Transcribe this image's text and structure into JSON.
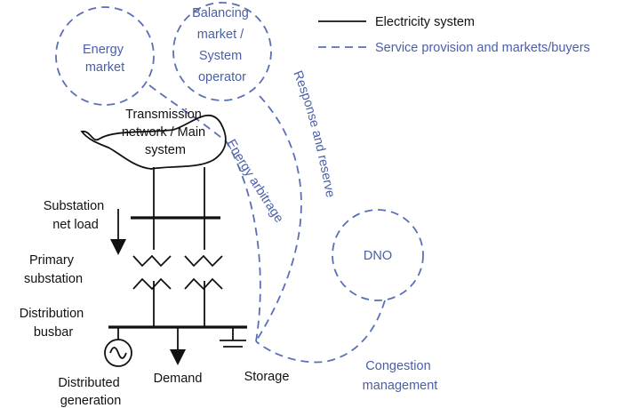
{
  "colors": {
    "electricity": "#111111",
    "service": "#4a5fa8"
  },
  "legend": {
    "electricity_system": "Electricity system",
    "service_provision": "Service provision and markets/buyers"
  },
  "nodes": {
    "energy_market": [
      "Energy",
      "market"
    ],
    "balancing_market": [
      "Balancing",
      "market /",
      "System",
      "operator"
    ],
    "dno": "DNO",
    "transmission": [
      "Transmission",
      "network / Main",
      "system"
    ]
  },
  "labels": {
    "substation_net_load": [
      "Substation",
      "net load"
    ],
    "primary_substation": [
      "Primary",
      "substation"
    ],
    "distribution_busbar": [
      "Distribution",
      "busbar"
    ],
    "distributed_generation": [
      "Distributed",
      "generation"
    ],
    "demand": "Demand",
    "storage": "Storage",
    "congestion_management": [
      "Congestion",
      "management"
    ]
  },
  "edges": {
    "energy_arbitrage": "Energy arbitrage",
    "response_and_reserve": "Response and reserve"
  }
}
